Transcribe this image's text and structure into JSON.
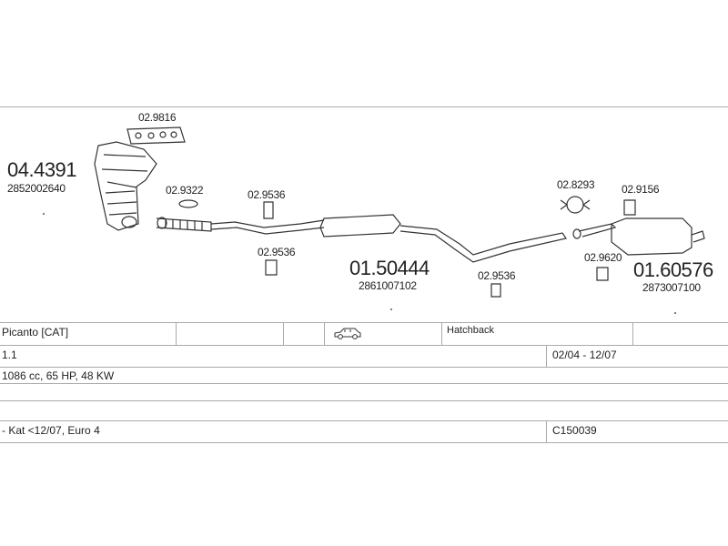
{
  "parts": {
    "manifold_gasket": "02.9816",
    "catalyst": "04.4391",
    "catalyst_oe": "2852002640",
    "front_gasket": "02.9322",
    "mount_a": "02.9536",
    "mount_b": "02.9536",
    "middle_silencer": "01.50444",
    "middle_oe": "2861007102",
    "mount_c": "02.9536",
    "clamp": "02.8293",
    "rear_mount_top": "02.9156",
    "rear_mount_bottom": "02.9620",
    "rear_silencer": "01.60576",
    "rear_oe": "2873007100"
  },
  "table": {
    "model": "Picanto  [CAT]",
    "body": "Hatchback",
    "engine": "1.1",
    "years": "02/04 - 12/07",
    "spec": "1086 cc, 65 HP, 48 KW",
    "note": "- Kat <12/07, Euro 4",
    "code": "C150039"
  },
  "icons": {
    "car": "hatchback-car-icon"
  }
}
